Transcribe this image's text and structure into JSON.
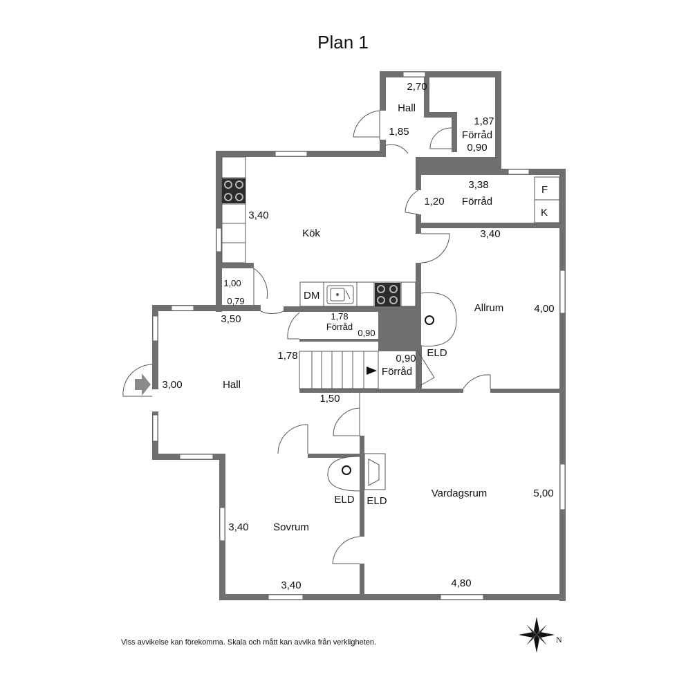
{
  "title": "Plan 1",
  "disclaimer": "Viss avvikelse kan förekomma. Skala och mått kan avvika från verkligheten.",
  "compass": {
    "label": "N"
  },
  "fixtures": {
    "dishwasher": "DM",
    "freezer": "F",
    "fridge": "K"
  },
  "rooms": {
    "hall_top": "Hall",
    "forrad_top": "Förråd",
    "forrad_right": "Förråd",
    "kok": "Kök",
    "forrad_mid": "Förråd",
    "forrad_stair": "Förråd",
    "allrum": "Allrum",
    "hall_main": "Hall",
    "vardagsrum": "Vardagsrum",
    "sovrum": "Sovrum",
    "eld_allrum": "ELD",
    "eld_sovrum": "ELD",
    "eld_vardagsrum": "ELD"
  },
  "dims": {
    "hall_top_w": "2,70",
    "hall_top_h": "1,85",
    "forrad_top_h": "1,87",
    "forrad_top_w": "0,90",
    "forrad_right_w": "3,38",
    "forrad_right_h": "1,20",
    "kok_h": "3,40",
    "allrum_w": "3,40",
    "closet_h": "1,00",
    "closet_w": "0,79",
    "forrad_mid_w": "1,78",
    "forrad_mid_h": "0,90",
    "allrum_h": "4,00",
    "hall_main_w": "3,50",
    "stair_w": "1,78",
    "stair_forrad_w": "0,90",
    "hall_main_h": "3,00",
    "stair_h": "1,50",
    "vardagsrum_h": "5,00",
    "sovrum_h": "3,40",
    "sovrum_w": "3,40",
    "vardagsrum_w": "4,80"
  }
}
